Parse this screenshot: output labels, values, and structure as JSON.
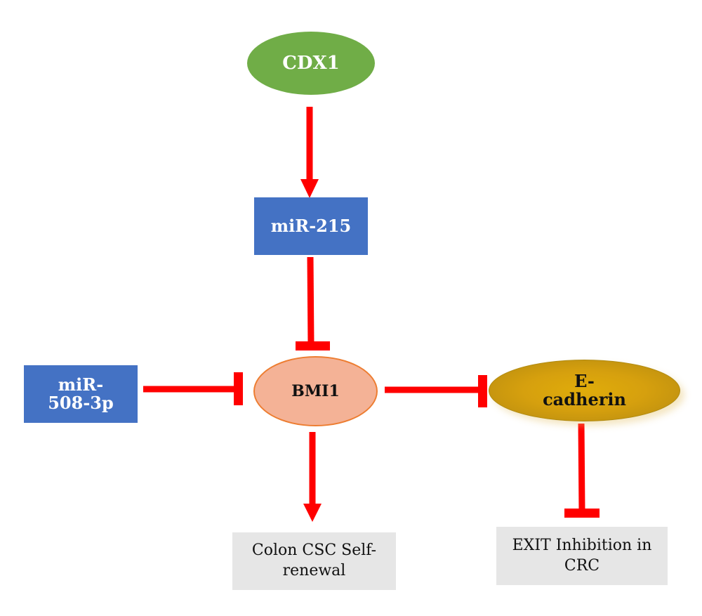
{
  "diagram": {
    "type": "signaling-pathway",
    "colors": {
      "arrow": "#ff0000",
      "cdx1": "#70ad47",
      "mirna_box": "#4472c4",
      "bmi1_fill": "#f4b296",
      "bmi1_border": "#ed7d31",
      "ecadherin": "#d6a00e",
      "outcome_box": "#e6e6e6"
    },
    "nodes": {
      "cdx1": {
        "label": "CDX1",
        "shape": "ellipse"
      },
      "mir215": {
        "label": "miR-215",
        "shape": "rectangle"
      },
      "mir508": {
        "label": "miR-508-3p",
        "line1": "miR-",
        "line2": "508-3p",
        "shape": "rectangle"
      },
      "bmi1": {
        "label": "BMI1",
        "shape": "ellipse"
      },
      "ecadherin": {
        "label": "E-cadherin",
        "line1": "E-",
        "line2": "cadherin",
        "shape": "ellipse"
      },
      "colon_csc": {
        "label": "Colon CSC Self-renewal",
        "line1": "Colon CSC Self-",
        "line2": "renewal",
        "shape": "rectangle"
      },
      "exit_inhibition": {
        "label": "EXIT Inhibition in CRC",
        "line1": "EXIT Inhibition in",
        "line2": "CRC",
        "shape": "rectangle"
      }
    },
    "edges": [
      {
        "from": "cdx1",
        "to": "mir215",
        "type": "activation"
      },
      {
        "from": "mir215",
        "to": "bmi1",
        "type": "inhibition"
      },
      {
        "from": "mir508",
        "to": "bmi1",
        "type": "inhibition"
      },
      {
        "from": "bmi1",
        "to": "ecadherin",
        "type": "inhibition"
      },
      {
        "from": "bmi1",
        "to": "colon_csc",
        "type": "activation"
      },
      {
        "from": "ecadherin",
        "to": "exit_inhibition",
        "type": "inhibition"
      }
    ]
  }
}
